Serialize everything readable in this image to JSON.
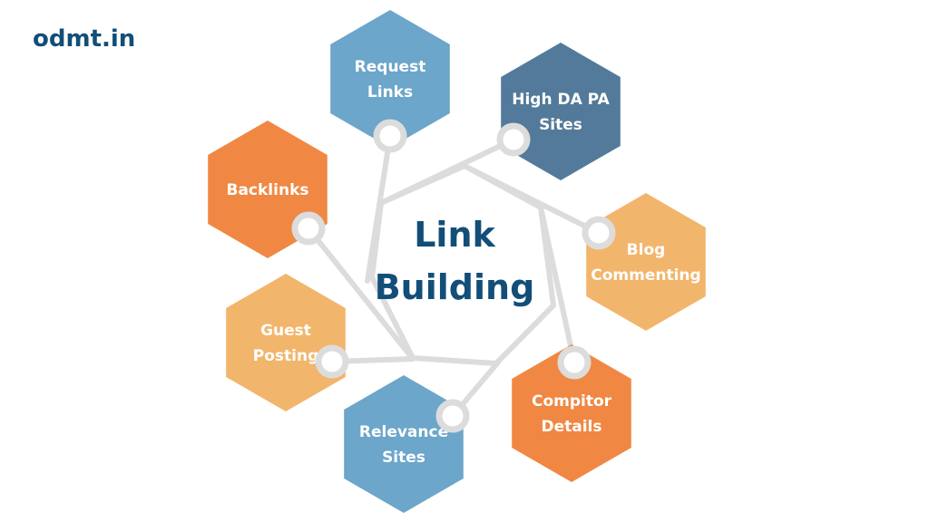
{
  "brand": "odmt.in",
  "center": {
    "line1": "Link",
    "line2": "Building"
  },
  "colors": {
    "blue_light": "#6CA6CA",
    "blue_dark": "#537A9A",
    "orange": "#F08843",
    "peach": "#F2B56C",
    "connector": "#DCDCDC",
    "title": "#124E78"
  },
  "nodes": [
    {
      "id": "request-links",
      "lines": [
        "Request",
        "Links"
      ],
      "color": "blue_light"
    },
    {
      "id": "high-da-pa-sites",
      "lines": [
        "High DA PA",
        "Sites"
      ],
      "color": "blue_dark"
    },
    {
      "id": "blog-commenting",
      "lines": [
        "Blog",
        "Commenting"
      ],
      "color": "peach"
    },
    {
      "id": "compitor-details",
      "lines": [
        "Compitor",
        "Details"
      ],
      "color": "orange"
    },
    {
      "id": "relevance-sites",
      "lines": [
        "Relevance",
        "Sites"
      ],
      "color": "blue_light"
    },
    {
      "id": "guest-posting",
      "lines": [
        "Guest",
        "Posting"
      ],
      "color": "peach"
    },
    {
      "id": "backlinks",
      "lines": [
        "Backlinks"
      ],
      "color": "orange"
    }
  ]
}
